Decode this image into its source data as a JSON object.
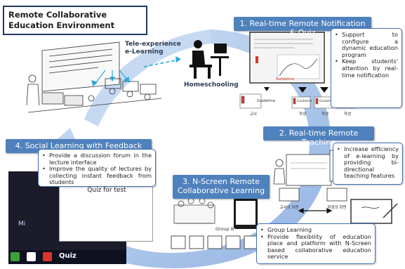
{
  "title": "Remote Collaborative Education Environment",
  "stages": [
    {
      "label": "1. Real-time Remote Notification & Quiz",
      "bullets": [
        "Support to configure a dynamic education program",
        "Keep students' attention by real-time notification"
      ]
    },
    {
      "label": "2. Real-time Remote Teaching",
      "bullets": [
        "Increase efficiency of e-learning by providing bi-directional teaching features"
      ]
    },
    {
      "label": "3. N-Screen Remote Collaborative Learning",
      "bullets": [
        "Group Learning",
        "Provide flexibility of education place and platform with N-Screen based collaborative education service"
      ]
    },
    {
      "label": "4. Social Learning with Feedback",
      "bullets": [
        "Provide a discussion forum in the lecture interface",
        "Improve the quality of lectures by collecting instant feedback from students"
      ]
    }
  ],
  "labels": {
    "tele_experience": "Tele-experience e-Learning",
    "homeschooling": "Homeschooling",
    "group": "Group B",
    "quiz_title": "Quiz for test",
    "quiz_logo": "Quiz",
    "guideline": "Guideline",
    "teacher": "교사",
    "student": "학생",
    "teacher_screen": "교사의 화면",
    "student_screen": "학생의 화면"
  },
  "colors": {
    "stage_bar": "#4f81bd",
    "cycle_arrow": "#8fb4e6",
    "callout_border": "#3f6fb5",
    "guideline_red": "#d8372c"
  }
}
